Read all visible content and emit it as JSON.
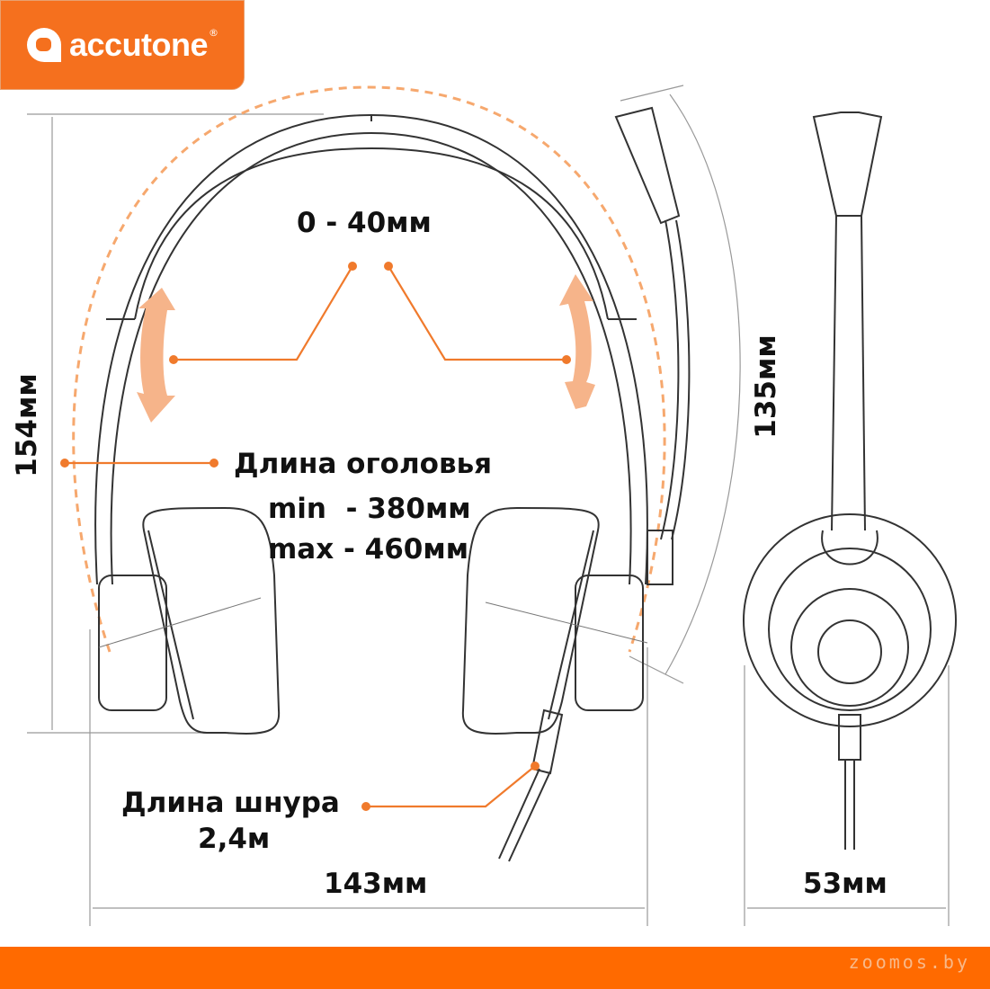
{
  "brand": {
    "name": "accutone",
    "registered": "®"
  },
  "labels": {
    "adjust_range": "0 - 40мм",
    "headband_title": "Длина оголовья",
    "headband_min": "min  - 380мм",
    "headband_max": "max - 460мм",
    "height": "154мм",
    "mic_boom": "135мм",
    "width": "143мм",
    "depth": "53мм",
    "cord_title": "Длина шнура",
    "cord_value": "2,4м"
  },
  "watermark": "zoomos.by",
  "colors": {
    "accent": "#f5701e",
    "annotation": "#f07a2c",
    "arrow": "#f6b48a",
    "line": "#333333",
    "dim": "#999999"
  }
}
